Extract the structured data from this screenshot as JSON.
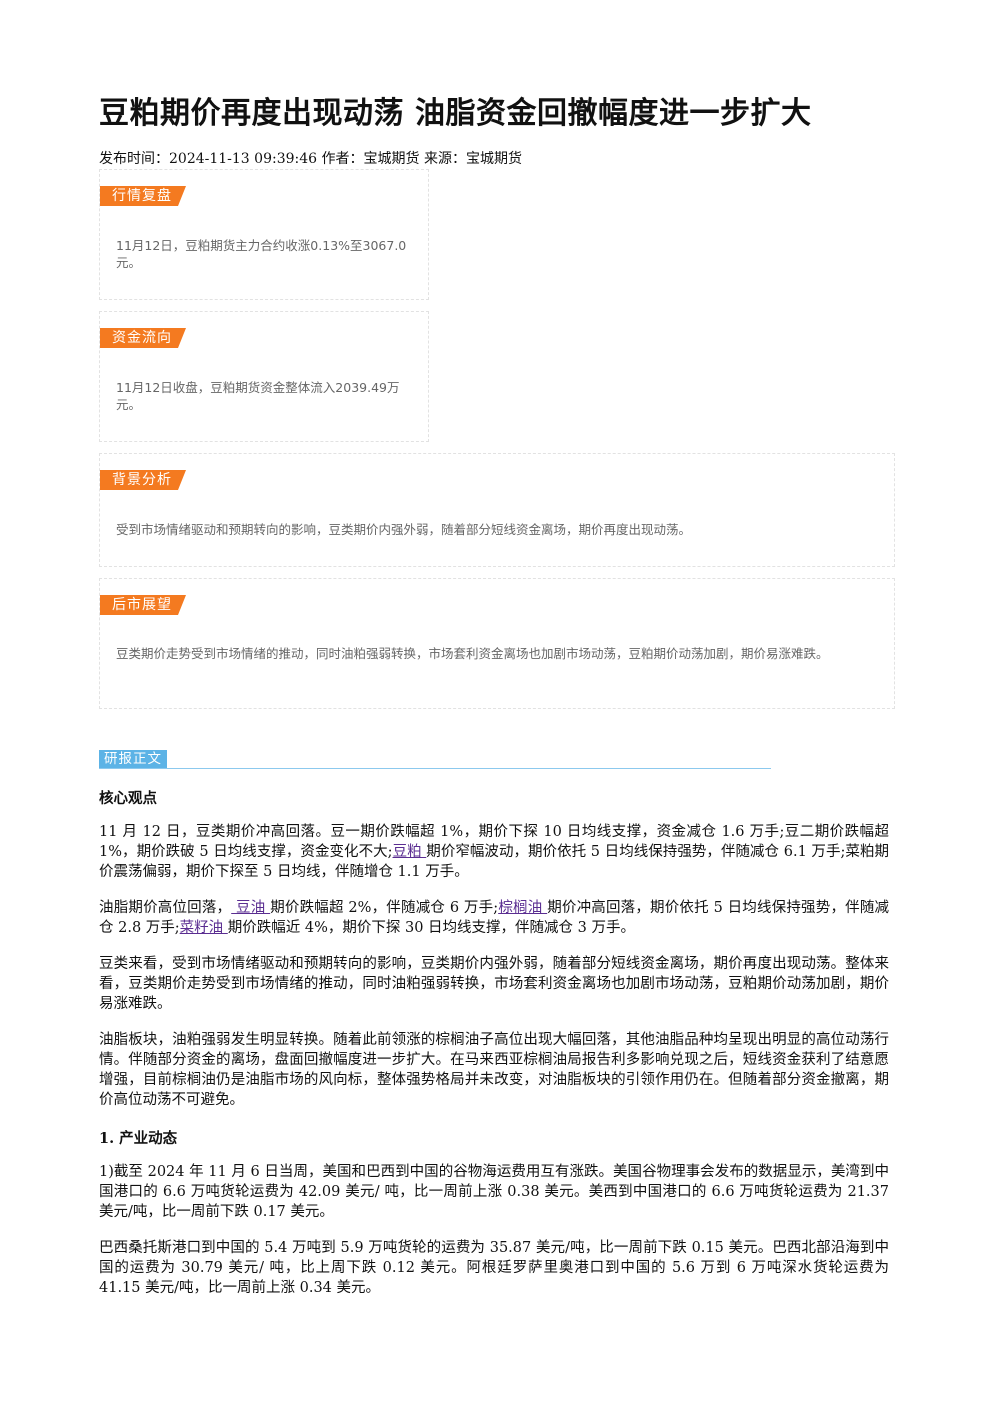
{
  "article": {
    "title": "豆粕期价再度出现动荡 油脂资金回撤幅度进一步扩大",
    "meta": "发布时间：2024-11-13 09:39:46 作者：宝城期货 来源：宝城期货"
  },
  "cards": [
    {
      "tag": "行情复盘",
      "text": "11月12日，豆粕期货主力合约收涨0.13%至3067.0元。"
    },
    {
      "tag": "资金流向",
      "text": "11月12日收盘，豆粕期货资金整体流入2039.49万元。"
    },
    {
      "tag": "背景分析",
      "text": "受到市场情绪驱动和预期转向的影响，豆类期价内强外弱，随着部分短线资金离场，期价再度出现动荡。"
    },
    {
      "tag": "后市展望",
      "text": "豆类期价走势受到市场情绪的推动，同时油粕强弱转换，市场套利资金离场也加剧市场动荡，豆粕期价动荡加剧，期价易涨难跌。"
    }
  ],
  "report": {
    "tag": "研报正文",
    "core_heading": "核心观点",
    "p1": {
      "a": "11 月 12 日，豆类期价冲高回落。豆一期价跌幅超 1%，期价下探 10 日均线支撑，资金减仓 1.6 万手;豆二期价跌幅超 1%，期价跌破 5 日均线支撑，资金变化不大;",
      "link": "豆粕 ",
      "b": "期价窄幅波动，期价依托 5 日均线保持强势，伴随减仓 6.1 万手;菜粕期价震荡偏弱，期价下探至 5 日均线，伴随增仓 1.1 万手。"
    },
    "p2": {
      "a": "油脂期价高位回落，",
      "link1": " 豆油 ",
      "b": "期价跌幅超 2%，伴随减仓 6 万手;",
      "link2": "棕榈油 ",
      "c": "期价冲高回落，期价依托 5 日均线保持强势，伴随减仓 2.8 万手;",
      "link3": "菜籽油 ",
      "d": "期价跌幅近 4%，期价下探 30 日均线支撑，伴随减仓 3 万手。"
    },
    "p3": "豆类来看，受到市场情绪驱动和预期转向的影响，豆类期价内强外弱，随着部分短线资金离场，期价再度出现动荡。整体来看，豆类期价走势受到市场情绪的推动，同时油粕强弱转换，市场套利资金离场也加剧市场动荡，豆粕期价动荡加剧，期价易涨难跌。",
    "p4": "油脂板块，油粕强弱发生明显转换。随着此前领涨的棕榈油子高位出现大幅回落，其他油脂品种均呈现出明显的高位动荡行情。伴随部分资金的离场，盘面回撤幅度进一步扩大。在马来西亚棕榈油局报告利多影响兑现之后，短线资金获利了结意愿增强，目前棕榈油仍是油脂市场的风向标，整体强势格局并未改变，对油脂板块的引领作用仍在。但随着部分资金撤离，期价高位动荡不可避免。",
    "industry_heading": "1. 产业动态",
    "p5": "1)截至 2024 年 11 月 6 日当周，美国和巴西到中国的谷物海运费用互有涨跌。美国谷物理事会发布的数据显示，美湾到中国港口的 6.6 万吨货轮运费为 42.09 美元/ 吨，比一周前上涨 0.38 美元。美西到中国港口的 6.6 万吨货轮运费为 21.37 美元/吨，比一周前下跌 0.17 美元。",
    "p6": "巴西桑托斯港口到中国的 5.4 万吨到 5.9 万吨货轮的运费为 35.87 美元/吨，比一周前下跌 0.15 美元。巴西北部沿海到中国的运费为 30.79 美元/ 吨，比上周下跌 0.12 美元。阿根廷罗萨里奥港口到中国的 5.6 万到 6 万吨深水货轮运费为 41.15 美元/吨，比一周前上涨 0.34 美元。"
  }
}
